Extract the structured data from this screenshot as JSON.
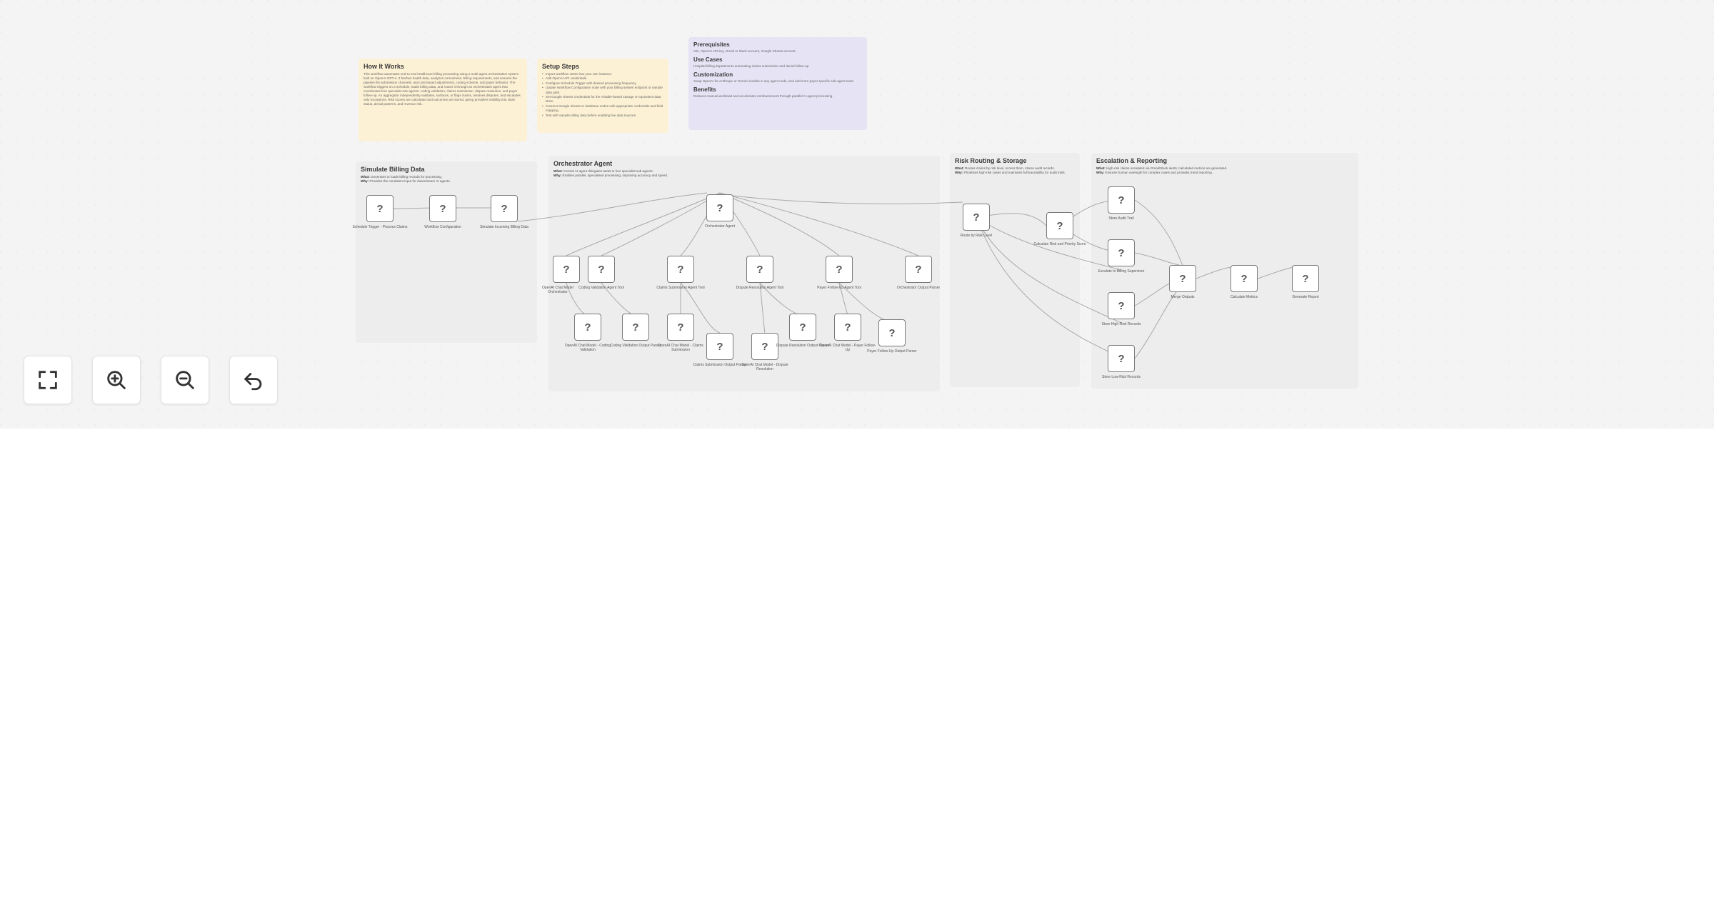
{
  "notes": {
    "how_it_works": {
      "title": "How It Works",
      "body": "This workflow automates end-to-end healthcare billing processing using a multi-agent orchestration system built on OpenAI GPT-4. It fetches health data, analyzes correctness, billing requirements, and ensures the pipeline fits submission channels, and cost-based adjustments, coding scheme, and payer behavior. The workflow triggers on a schedule, loads billing data, and routes it through an orchestration agent that coordinates four specialist sub-agents: coding validation, claims submission, dispute resolution, and payer follow-up. An aggregator independently validates, surfaces, or flags claims, resolves disputes, and escalates only exceptions. Risk scores are calculated and outcomes are stored, giving providers visibility into claim status, denial patterns, and revenue risk."
    },
    "setup_steps": {
      "title": "Setup Steps",
      "items": [
        "Import workflow JSON into your n8n instance.",
        "Add OpenAI API credentials.",
        "Configure Schedule Trigger with desired processing frequency.",
        "Update Workflow Configuration node with your billing system endpoint or sample data path.",
        "Set Google Sheets credentials for the Airtable-based storage or equivalent data store.",
        "Connect Google Sheets or database nodes with appropriate credentials and field mapping.",
        "Test with sample billing data before enabling live data sources."
      ]
    },
    "prerequisites": {
      "title": "Prerequisites",
      "body": "n8n, OpenAI API key, Gmail or Slack account, Google Sheets account.",
      "use_cases_title": "Use Cases",
      "use_cases_body": "Hospital billing departments automating claims submission and denial follow-up.",
      "customization_title": "Customization",
      "customization_body": "Swap OpenAI for Anthropic or Gemini models in any agent node, and add more payer-specific sub-agent tools.",
      "benefits_title": "Benefits",
      "benefits_body": "Reduces manual workload and accelerates reimbursement through parallel AI agent processing."
    }
  },
  "sections": {
    "simulate": {
      "title": "Simulate Billing Data",
      "what": "Generates or loads billing records for processing.",
      "why": "Provides the consistent input for downstream AI agents."
    },
    "orchestrator": {
      "title": "Orchestrator Agent",
      "what": "Central AI agent delegates tasks to four specialist sub-agents.",
      "why": "Enables parallel, specialised processing, improving accuracy and speed."
    },
    "risk": {
      "title": "Risk Routing & Storage",
      "what": "Routes claims by risk level, scores them, stores audit records.",
      "why": "Prioritises high-risk cases and maintains full traceability for audit trails."
    },
    "escalation": {
      "title": "Escalation & Reporting",
      "what": "High-risk claims escalated via Gmail/Slack alerts; calculated metrics are generated.",
      "why": "Ensures human oversight for complex cases and provides trend reporting."
    }
  },
  "nodes": {
    "schedule_trigger": "Schedule Trigger - Process Claims",
    "workflow_config": "Workflow Configuration",
    "simulate_billing": "Simulate Incoming Billing Data",
    "orchestrator_agent": "Orchestrator Agent",
    "openai_model_1": "OpenAI Chat Model Orchestrator",
    "coding_agent_tool": "Coding Validation Agent Tool",
    "claims_agent_tool": "Claims Submission Agent Tool",
    "dispute_agent_tool": "Dispute Resolution Agent Tool",
    "payer_agent_tool": "Payer Follow-Up Agent Tool",
    "orchestrator_parser": "Orchestrator Output Parser",
    "openai_model_coding": "OpenAI Chat Model - Coding Validation",
    "coding_parser": "Coding Validation Output Parser",
    "openai_model_claims": "OpenAI Chat Model - Claims Submission",
    "claims_parser": "Claims Submission Output Parser",
    "openai_model_dispute": "OpenAI Chat Model - Dispute Resolution",
    "dispute_parser": "Dispute Resolution Output Parser",
    "openai_model_payer": "OpenAI Chat Model - Payer Follow-Up",
    "payer_parser": "Payer Follow-Up Output Parser",
    "route_by_risk": "Route by Risk Level",
    "calculate_risk": "Calculate Risk and Priority Score",
    "store_audit": "Store Audit Trail",
    "escalate_alert": "Escalate to Billing Supervisor",
    "store_high_risk": "Store High-Risk Records",
    "store_low_risk": "Store Low-Risk Records",
    "merge_outputs": "Merge Outputs",
    "calculate_metrics": "Calculate Metrics",
    "generate_report": "Generate Report"
  },
  "node_glyph": "?",
  "controls": {
    "fit_view": "fit-view-icon",
    "zoom_in": "zoom-in-icon",
    "zoom_out": "zoom-out-icon",
    "undo": "undo-icon"
  },
  "colors": {
    "canvas": "#f4f4f4",
    "sticky_yellow": "#fdf1d5",
    "sticky_purple": "#e6e3f5",
    "sticky_grey": "#ededed",
    "node_border": "#7a7a7a"
  }
}
